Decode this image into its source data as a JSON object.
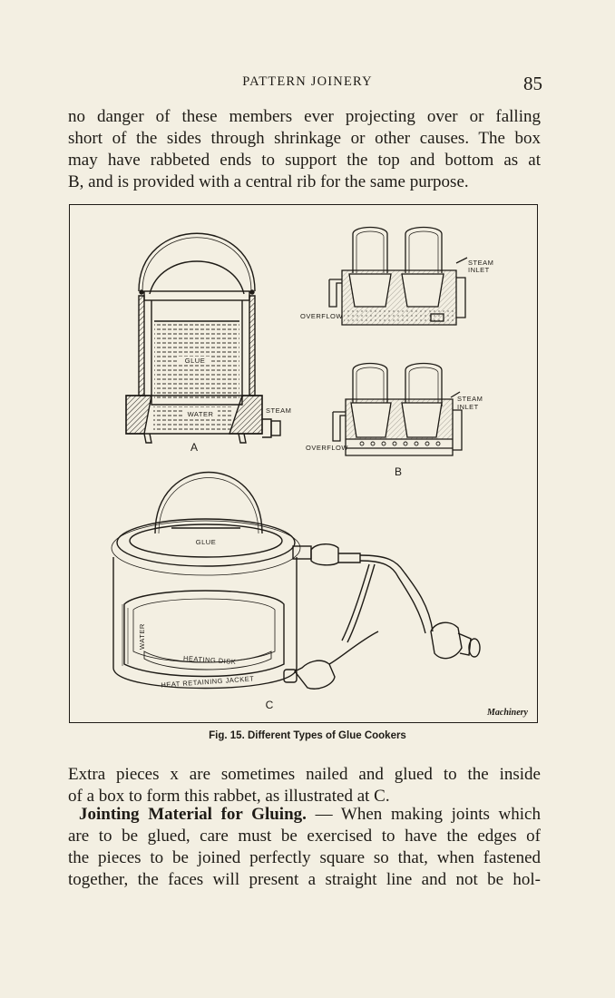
{
  "running_head": {
    "title": "PATTERN JOINERY",
    "page_number": "85"
  },
  "paragraph_1": {
    "lines": [
      "no danger of these members ever projecting over or falling",
      "short of the sides through shrinkage or other causes. The box",
      "may have rabbeted ends to support the top and bottom as at",
      "B, and is provided with a central rib for the same purpose."
    ]
  },
  "figure": {
    "labels": {
      "glue_a": "GLUE",
      "water_a": "WATER",
      "steam_a": "STEAM",
      "letter_a": "A",
      "steam_inlet_top_1": "STEAM",
      "steam_inlet_top_2": "INLET",
      "overflow_top": "OVERFLOW",
      "steam_inlet_b_1": "STEAM",
      "steam_inlet_b_2": "INLET",
      "overflow_b": "OVERFLOW",
      "letter_b": "B",
      "glue_c": "GLUE",
      "water_c": "WATER",
      "heating_disk": "HEATING DISK",
      "heat_jacket": "HEAT RETAINING JACKET",
      "letter_c": "C"
    },
    "credit": "Machinery",
    "caption": "Fig. 15. Different Types of Glue Cookers"
  },
  "paragraph_2": {
    "lines": [
      "Extra pieces x are sometimes nailed and glued to the inside",
      "of a box to form this rabbet, as illustrated at C."
    ]
  },
  "paragraph_3": {
    "heading": "Jointing Material for Gluing.",
    "lines_rest": [
      " — When making joints which",
      "are to be glued, care must be exercised to have the edges of",
      "the pieces to be joined perfectly square so that, when fastened",
      "together, the faces will present a straight line and not be hol-"
    ]
  }
}
